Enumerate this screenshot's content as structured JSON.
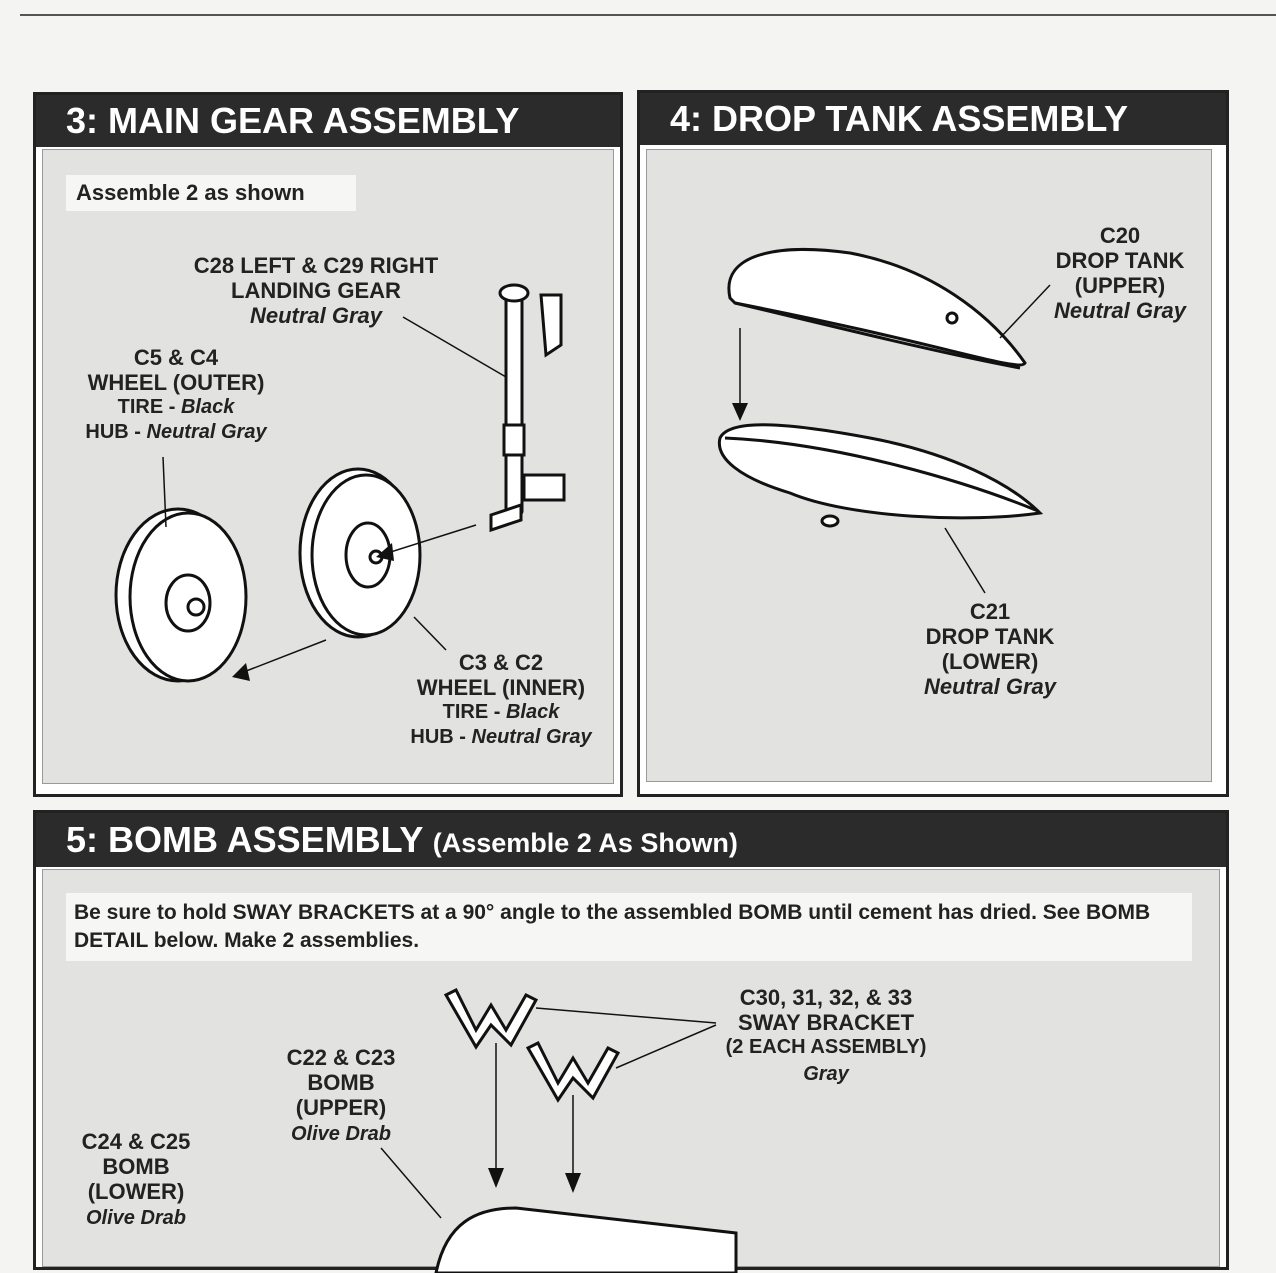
{
  "panel3": {
    "title": "3: MAIN GEAR ASSEMBLY",
    "note": "Assemble 2 as shown",
    "gear": {
      "l1": "C28 LEFT & C29 RIGHT",
      "l2": "LANDING GEAR",
      "color": "Neutral Gray"
    },
    "outer": {
      "l1": "C5 & C4",
      "l2": "WHEEL (OUTER)",
      "tire": "TIRE - ",
      "tire_color": "Black",
      "hub": "HUB - ",
      "hub_color": "Neutral Gray"
    },
    "inner": {
      "l1": "C3 & C2",
      "l2": "WHEEL (INNER)",
      "tire": "TIRE - ",
      "tire_color": "Black",
      "hub": "HUB - ",
      "hub_color": "Neutral Gray"
    }
  },
  "panel4": {
    "title": "4: DROP TANK ASSEMBLY",
    "upper": {
      "l1": "C20",
      "l2": "DROP TANK",
      "l3": "(UPPER)",
      "color": "Neutral Gray"
    },
    "lower": {
      "l1": "C21",
      "l2": "DROP TANK",
      "l3": "(LOWER)",
      "color": "Neutral Gray"
    }
  },
  "panel5": {
    "title": "5: BOMB ASSEMBLY",
    "subtitle": "(Assemble 2 As Shown)",
    "note": "Be sure to hold SWAY BRACKETS at a 90° angle to the assembled BOMB until cement has dried. See BOMB DETAIL below. Make 2 assemblies.",
    "bracket": {
      "l1": "C30, 31, 32, & 33",
      "l2": "SWAY BRACKET",
      "l3": "(2 EACH ASSEMBLY)",
      "color": "Gray"
    },
    "upper": {
      "l1": "C22 & C23",
      "l2": "BOMB",
      "l3": "(UPPER)",
      "color": "Olive Drab"
    },
    "lower": {
      "l1": "C24 & C25",
      "l2": "BOMB",
      "l3": "(LOWER)",
      "color": "Olive Drab"
    }
  }
}
